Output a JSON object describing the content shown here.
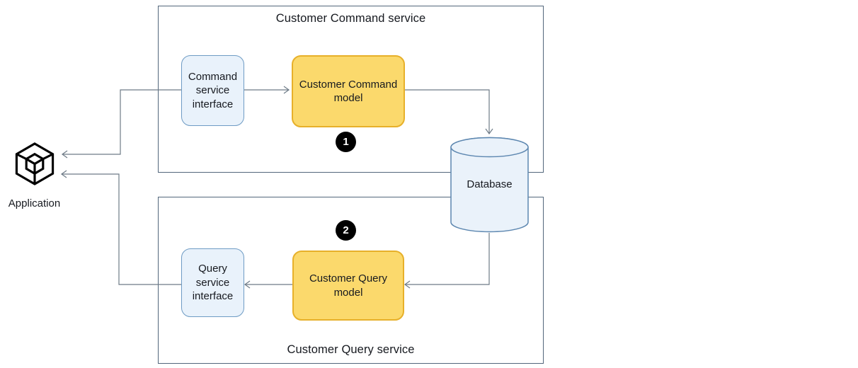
{
  "application": {
    "label": "Application"
  },
  "command_service": {
    "title": "Customer Command service",
    "interface_label": "Command service interface",
    "model_label": "Customer Command model",
    "badge": "1"
  },
  "query_service": {
    "title": "Customer Query service",
    "interface_label": "Query service interface",
    "model_label": "Customer Query model",
    "badge": "2"
  },
  "database": {
    "label": "Database"
  },
  "edges": [
    {
      "from": "command-service-interface",
      "to": "customer-command-model"
    },
    {
      "from": "customer-command-model",
      "to": "database"
    },
    {
      "from": "database",
      "to": "customer-query-model"
    },
    {
      "from": "customer-query-model",
      "to": "query-service-interface"
    },
    {
      "from": "query-service-interface",
      "to": "application"
    },
    {
      "from": "command-service-interface",
      "to": "application"
    }
  ],
  "colors": {
    "container_border": "#52667b",
    "connector": "#6e7b87",
    "interface_fill": "#e9f2fb",
    "interface_border": "#6e9bc4",
    "model_fill": "#fbd96c",
    "model_border": "#e7b02a",
    "database_fill": "#eaf2fa",
    "database_border": "#5d87b0",
    "badge_bg": "#000000",
    "badge_text": "#ffffff",
    "text": "#16191f"
  }
}
